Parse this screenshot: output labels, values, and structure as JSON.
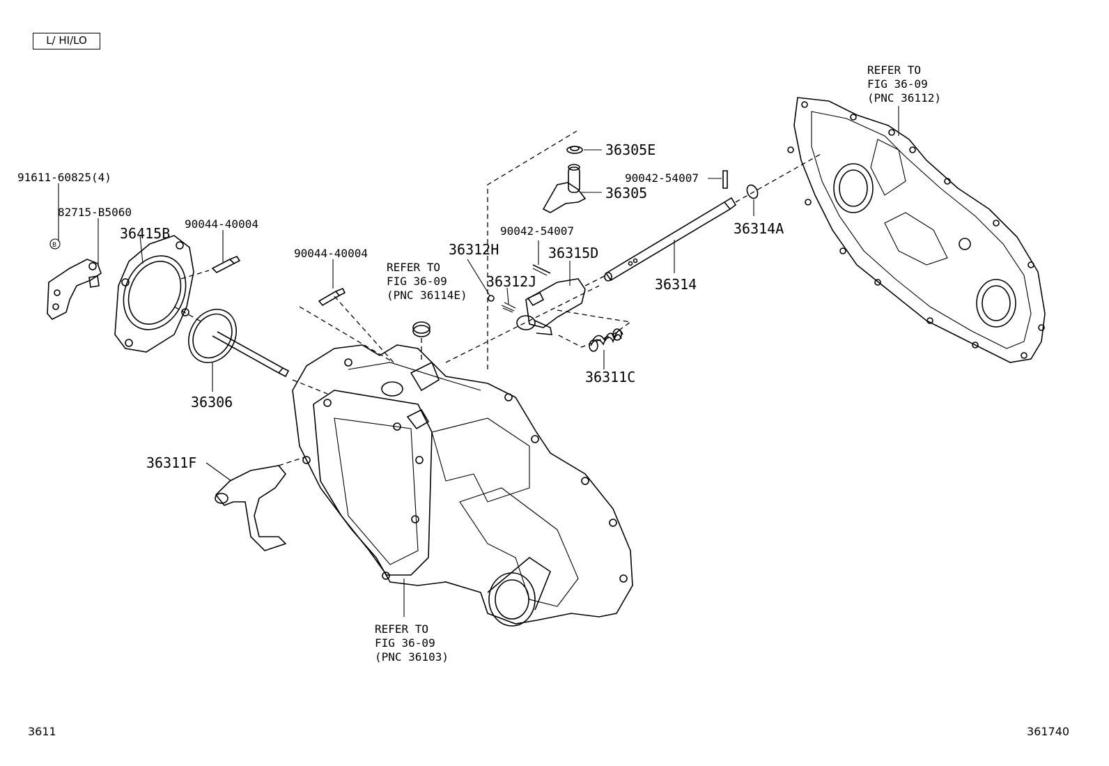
{
  "header_tag": "L/ HI/LO",
  "footer": {
    "left": "3611",
    "right": "361740"
  },
  "callouts": {
    "p_91611": "91611-60825(4)",
    "p_82715": "82715-B5060",
    "p_36415b": "36415B",
    "p_90044_a": "90044-40004",
    "p_90044_b": "90044-40004",
    "p_36306": "36306",
    "p_36311f": "36311F",
    "p_36312h": "36312H",
    "p_36312j": "36312J",
    "p_90042_a": "90042-54007",
    "p_36315d": "36315D",
    "p_36305e": "36305E",
    "p_36305": "36305",
    "p_90042_b": "90042-54007",
    "p_36314a": "36314A",
    "p_36314": "36314",
    "p_36311c": "36311C",
    "ref_right": "REFER TO\nFIG 36-09\n(PNC 36112)",
    "ref_mid": "REFER TO\nFIG 36-09\n(PNC 36114E)",
    "ref_bottom": "REFER TO\nFIG 36-09\n(PNC 36103)"
  },
  "circle_marker": "B"
}
